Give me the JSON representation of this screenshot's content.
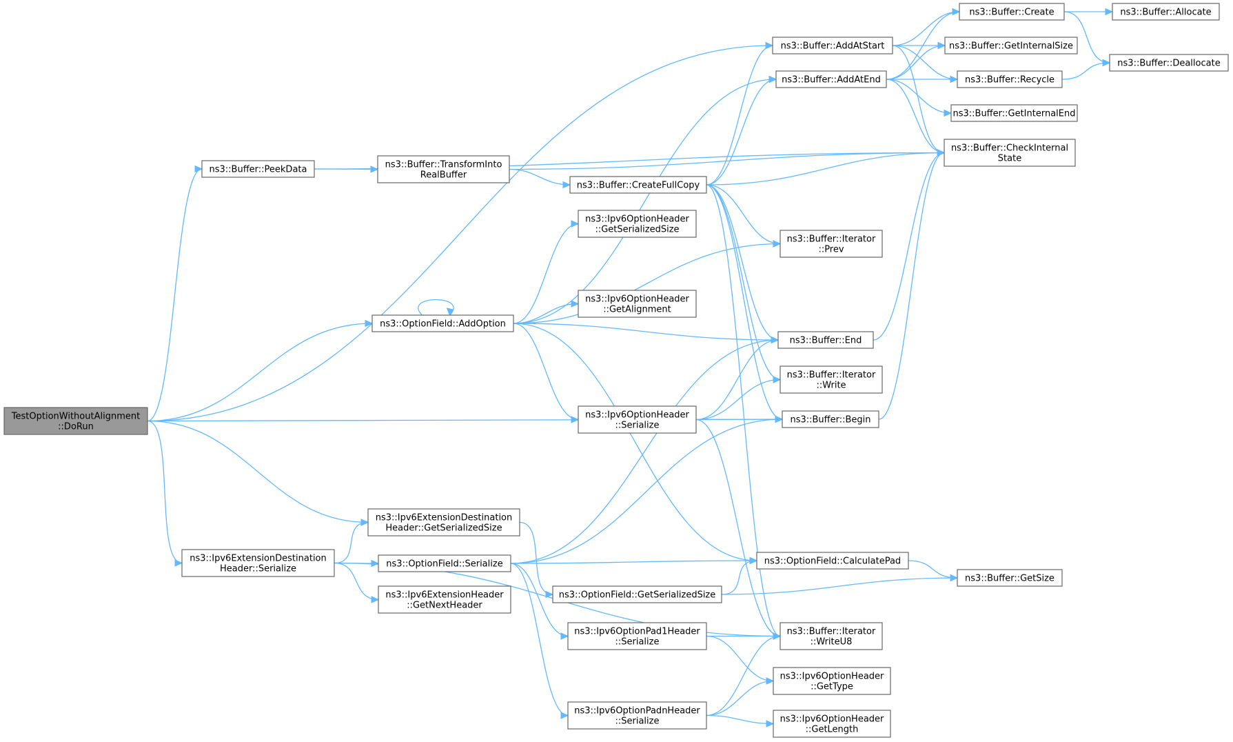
{
  "diagram": {
    "nodes": [
      {
        "id": "root",
        "lines": [
          "TestOptionWithoutAlignment",
          "::DoRun"
        ],
        "root": true
      },
      {
        "id": "peekdata",
        "lines": [
          "ns3::Buffer::PeekData"
        ]
      },
      {
        "id": "transform",
        "lines": [
          "ns3::Buffer::TransformInto",
          "RealBuffer"
        ]
      },
      {
        "id": "createfull",
        "lines": [
          "ns3::Buffer::CreateFullCopy"
        ]
      },
      {
        "id": "addatstart",
        "lines": [
          "ns3::Buffer::AddAtStart"
        ]
      },
      {
        "id": "addatend",
        "lines": [
          "ns3::Buffer::AddAtEnd"
        ]
      },
      {
        "id": "create",
        "lines": [
          "ns3::Buffer::Create"
        ]
      },
      {
        "id": "allocate",
        "lines": [
          "ns3::Buffer::Allocate"
        ]
      },
      {
        "id": "getinternalsize",
        "lines": [
          "ns3::Buffer::GetInternalSize"
        ]
      },
      {
        "id": "deallocate",
        "lines": [
          "ns3::Buffer::Deallocate"
        ]
      },
      {
        "id": "recycle",
        "lines": [
          "ns3::Buffer::Recycle"
        ]
      },
      {
        "id": "getinternalend",
        "lines": [
          "ns3::Buffer::GetInternalEnd"
        ]
      },
      {
        "id": "checkinternal",
        "lines": [
          "ns3::Buffer::CheckInternal",
          "State"
        ]
      },
      {
        "id": "opthdr_getsersize",
        "lines": [
          "ns3::Ipv6OptionHeader",
          "::GetSerializedSize"
        ]
      },
      {
        "id": "iter_prev",
        "lines": [
          "ns3::Buffer::Iterator",
          "::Prev"
        ]
      },
      {
        "id": "opthdr_getalign",
        "lines": [
          "ns3::Ipv6OptionHeader",
          "::GetAlignment"
        ]
      },
      {
        "id": "addoption",
        "lines": [
          "ns3::OptionField::AddOption"
        ]
      },
      {
        "id": "end",
        "lines": [
          "ns3::Buffer::End"
        ]
      },
      {
        "id": "iter_write",
        "lines": [
          "ns3::Buffer::Iterator",
          "::Write"
        ]
      },
      {
        "id": "opthdr_serialize",
        "lines": [
          "ns3::Ipv6OptionHeader",
          "::Serialize"
        ]
      },
      {
        "id": "begin",
        "lines": [
          "ns3::Buffer::Begin"
        ]
      },
      {
        "id": "extdest_getsersize",
        "lines": [
          "ns3::Ipv6ExtensionDestination",
          "Header::GetSerializedSize"
        ]
      },
      {
        "id": "extdest_serialize",
        "lines": [
          "ns3::Ipv6ExtensionDestination",
          "Header::Serialize"
        ]
      },
      {
        "id": "optfield_serialize",
        "lines": [
          "ns3::OptionField::Serialize"
        ]
      },
      {
        "id": "calcpad",
        "lines": [
          "ns3::OptionField::CalculatePad"
        ]
      },
      {
        "id": "optfield_getsersize",
        "lines": [
          "ns3::OptionField::GetSerializedSize"
        ]
      },
      {
        "id": "getsize",
        "lines": [
          "ns3::Buffer::GetSize"
        ]
      },
      {
        "id": "exthdr_getnext",
        "lines": [
          "ns3::Ipv6ExtensionHeader",
          "::GetNextHeader"
        ]
      },
      {
        "id": "pad1_serialize",
        "lines": [
          "ns3::Ipv6OptionPad1Header",
          "::Serialize"
        ]
      },
      {
        "id": "iter_writeu8",
        "lines": [
          "ns3::Buffer::Iterator",
          "::WriteU8"
        ]
      },
      {
        "id": "opthdr_gettype",
        "lines": [
          "ns3::Ipv6OptionHeader",
          "::GetType"
        ]
      },
      {
        "id": "padn_serialize",
        "lines": [
          "ns3::Ipv6OptionPadnHeader",
          "::Serialize"
        ]
      },
      {
        "id": "opthdr_getlength",
        "lines": [
          "ns3::Ipv6OptionHeader",
          "::GetLength"
        ]
      }
    ],
    "edges": [
      [
        "root",
        "addatstart"
      ],
      [
        "root",
        "peekdata"
      ],
      [
        "root",
        "addoption"
      ],
      [
        "root",
        "begin"
      ],
      [
        "root",
        "extdest_getsersize"
      ],
      [
        "root",
        "extdest_serialize"
      ],
      [
        "peekdata",
        "transform"
      ],
      [
        "peekdata",
        "checkinternal"
      ],
      [
        "transform",
        "createfull"
      ],
      [
        "transform",
        "checkinternal"
      ],
      [
        "createfull",
        "addatstart"
      ],
      [
        "createfull",
        "addatend"
      ],
      [
        "createfull",
        "checkinternal"
      ],
      [
        "createfull",
        "iter_prev"
      ],
      [
        "createfull",
        "end"
      ],
      [
        "createfull",
        "iter_write"
      ],
      [
        "createfull",
        "begin"
      ],
      [
        "createfull",
        "iter_writeu8"
      ],
      [
        "addatstart",
        "create"
      ],
      [
        "addatstart",
        "getinternalsize"
      ],
      [
        "addatstart",
        "recycle"
      ],
      [
        "addatstart",
        "checkinternal"
      ],
      [
        "addatend",
        "create"
      ],
      [
        "addatend",
        "getinternalsize"
      ],
      [
        "addatend",
        "recycle"
      ],
      [
        "addatend",
        "getinternalend"
      ],
      [
        "addatend",
        "checkinternal"
      ],
      [
        "create",
        "allocate"
      ],
      [
        "create",
        "deallocate"
      ],
      [
        "recycle",
        "deallocate"
      ],
      [
        "end",
        "checkinternal"
      ],
      [
        "begin",
        "checkinternal"
      ],
      [
        "addoption",
        "addoption"
      ],
      [
        "addoption",
        "addatend"
      ],
      [
        "addoption",
        "opthdr_getsersize"
      ],
      [
        "addoption",
        "iter_prev"
      ],
      [
        "addoption",
        "opthdr_getalign"
      ],
      [
        "addoption",
        "end"
      ],
      [
        "addoption",
        "opthdr_serialize"
      ],
      [
        "addoption",
        "calcpad"
      ],
      [
        "opthdr_serialize",
        "end"
      ],
      [
        "opthdr_serialize",
        "iter_write"
      ],
      [
        "opthdr_serialize",
        "begin"
      ],
      [
        "opthdr_serialize",
        "iter_writeu8"
      ],
      [
        "extdest_getsersize",
        "optfield_getsersize"
      ],
      [
        "extdest_serialize",
        "extdest_getsersize"
      ],
      [
        "extdest_serialize",
        "optfield_serialize"
      ],
      [
        "extdest_serialize",
        "exthdr_getnext"
      ],
      [
        "extdest_serialize",
        "iter_writeu8"
      ],
      [
        "optfield_serialize",
        "end"
      ],
      [
        "optfield_serialize",
        "begin"
      ],
      [
        "optfield_serialize",
        "calcpad"
      ],
      [
        "optfield_serialize",
        "pad1_serialize"
      ],
      [
        "optfield_serialize",
        "padn_serialize"
      ],
      [
        "optfield_getsersize",
        "calcpad"
      ],
      [
        "optfield_getsersize",
        "getsize"
      ],
      [
        "calcpad",
        "getsize"
      ],
      [
        "pad1_serialize",
        "iter_writeu8"
      ],
      [
        "pad1_serialize",
        "opthdr_gettype"
      ],
      [
        "padn_serialize",
        "iter_writeu8"
      ],
      [
        "padn_serialize",
        "opthdr_gettype"
      ],
      [
        "padn_serialize",
        "opthdr_getlength"
      ]
    ]
  }
}
